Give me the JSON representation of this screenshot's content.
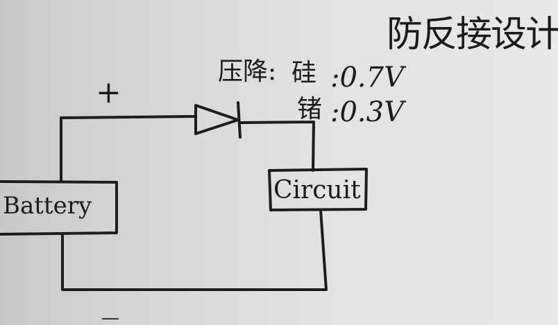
{
  "diagram": {
    "title": "防反接设计",
    "battery_label": "Battery",
    "circuit_label": "Circuit",
    "plus_sign": "+",
    "minus_sign": "—",
    "voltage_drop": {
      "prefix": "压降:",
      "silicon": "硅",
      "silicon_value": ":0.7V",
      "germanium": "锗",
      "germanium_value": ":0.3V"
    }
  }
}
